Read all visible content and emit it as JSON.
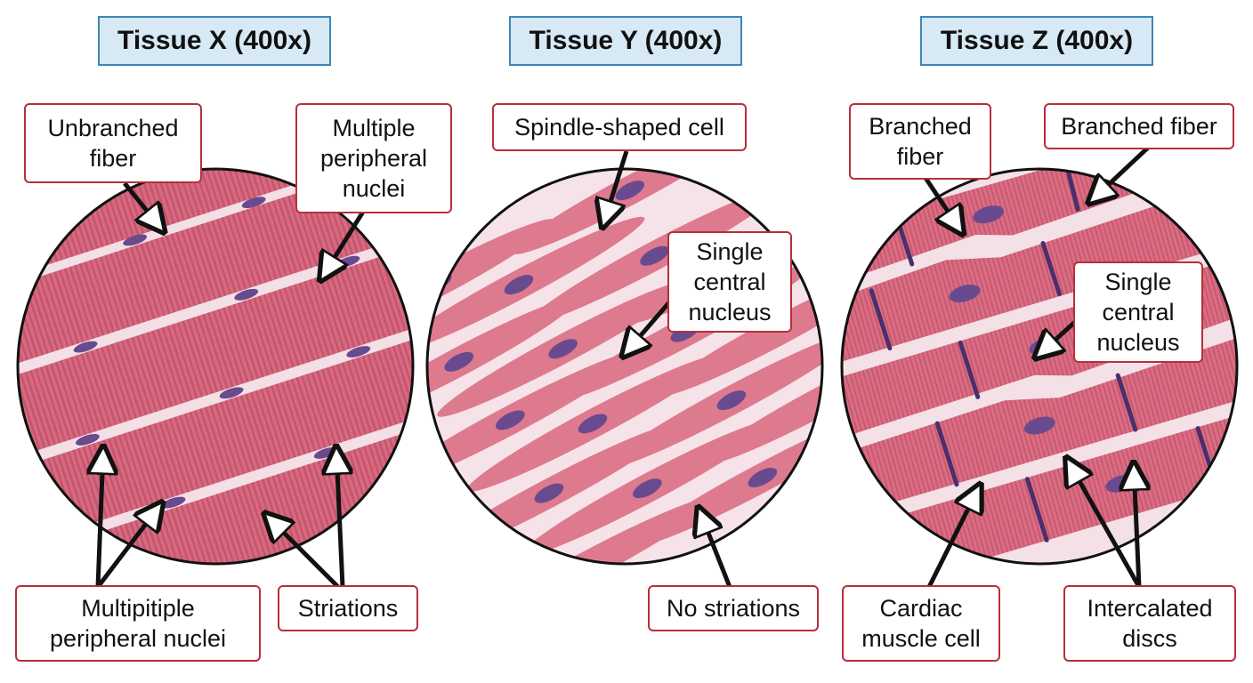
{
  "panels": [
    {
      "title": "Tissue X (400x)",
      "labels": {
        "unbranched": "Unbranched\nfiber",
        "multi_top": "Multiple\nperipheral\nnuclei",
        "multi_bottom": "Multipitiple\nperipheral nuclei",
        "striations": "Striations"
      }
    },
    {
      "title": "Tissue Y (400x)",
      "labels": {
        "spindle": "Spindle-shaped cell",
        "single": "Single\ncentral\nnucleus",
        "no_striations": "No striations"
      }
    },
    {
      "title": "Tissue Z (400x)",
      "labels": {
        "branched_left": "Branched\nfiber",
        "branched_right": "Branched fiber",
        "single": "Single\ncentral\nnucleus",
        "cardiac": "Cardiac\nmuscle cell",
        "intercalated": "Intercalated\ndiscs"
      }
    }
  ],
  "colors": {
    "label_border": "#b5303a",
    "title_bg": "#d7e9f5",
    "title_border": "#3f86b7",
    "tissue_bg": "#f3dfe6",
    "fiber": "#d9697f",
    "nucleus": "#6a4a8f",
    "disc": "#4a2f6d"
  }
}
